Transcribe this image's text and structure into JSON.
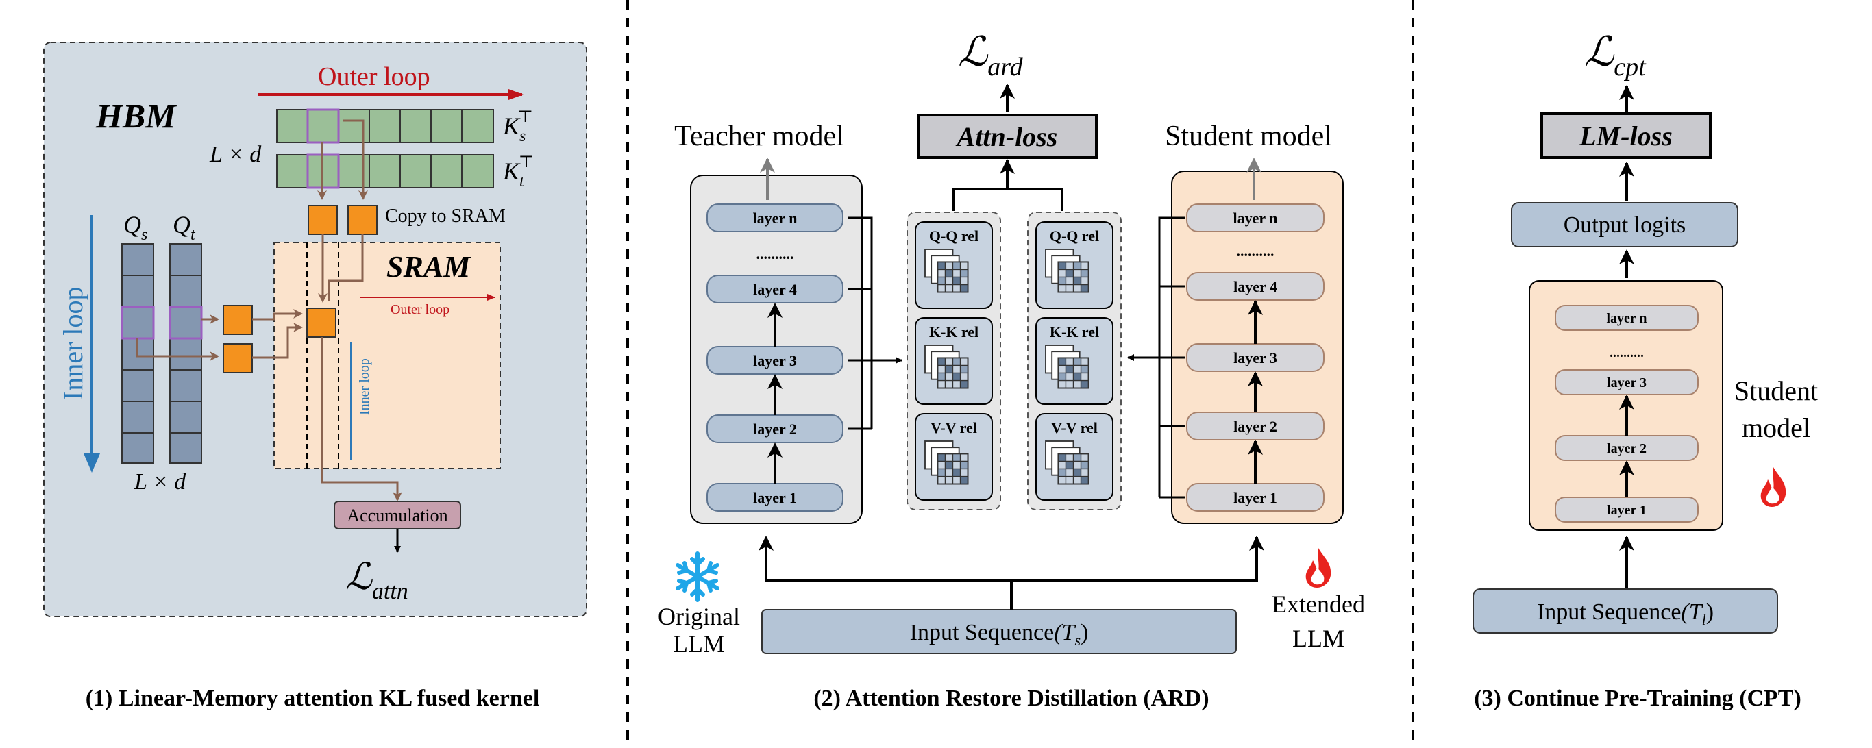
{
  "panel1": {
    "hbm": "HBM",
    "outer_loop": "Outer loop",
    "k_s": "K",
    "k_s_sub": "s",
    "k_t": "K",
    "k_t_sub": "t",
    "transpose": "⊤",
    "lxd_top": "L × d",
    "q_s": "Q",
    "q_s_sub": "s",
    "q_t": "Q",
    "q_t_sub": "t",
    "copy_to_sram": "Copy to SRAM",
    "sram": "SRAM",
    "outer_loop_small": "Outer loop",
    "inner_loop_small": "Inner loop",
    "inner_loop": "Inner loop",
    "lxd_bottom": "L × d",
    "accumulation": "Accumulation",
    "loss": "ℒ",
    "loss_sub": "attn",
    "caption": "(1) Linear-Memory attention KL fused kernel"
  },
  "panel2": {
    "loss": "ℒ",
    "loss_sub": "ard",
    "attn_loss": "Attn-loss",
    "teacher_title": "Teacher model",
    "student_title": "Student model",
    "teacher_layers": [
      "layer n",
      "..........",
      "layer 4",
      "layer 3",
      "layer 2",
      "layer 1"
    ],
    "student_layers": [
      "layer n",
      "..........",
      "layer 4",
      "layer 3",
      "layer 2",
      "layer 1"
    ],
    "rel_labels": [
      "Q-Q rel",
      "K-K rel",
      "V-V rel"
    ],
    "input_seq": "Input Sequence",
    "input_sym": "(T",
    "input_sub": "s",
    "input_close": ")",
    "original_llm_1": "Original",
    "original_llm_2": "LLM",
    "extended_llm_1": "Extended",
    "extended_llm_2": "LLM",
    "caption": "(2) Attention Restore Distillation (ARD)"
  },
  "panel3": {
    "loss": "ℒ",
    "loss_sub": "cpt",
    "lm_loss": "LM-loss",
    "output_logits": "Output logits",
    "layers": [
      "layer n",
      "..........",
      "layer 3",
      "layer 2",
      "layer 1"
    ],
    "student_1": "Student",
    "student_2": "model",
    "input_seq": "Input Sequence",
    "input_sym": "(T",
    "input_sub": "l",
    "input_close": ")",
    "caption": "(3) Continue Pre-Training  (CPT)"
  },
  "colors": {
    "hbm_bg": "#d2dbe3",
    "sram_bg": "#fbe3cc",
    "k_green": "#9bbf98",
    "q_blue": "#8497b0",
    "orange": "#f4921e",
    "brown_arrow": "#8a6350",
    "red_text": "#c0141b",
    "blue_text": "#2c79b8",
    "layer_blue": "#b4c4d6",
    "teacher_bg": "#e7e7e7",
    "student_bg": "#fbe3cc",
    "loss_box": "#c9c9ce",
    "accum": "#c7a0ae"
  }
}
